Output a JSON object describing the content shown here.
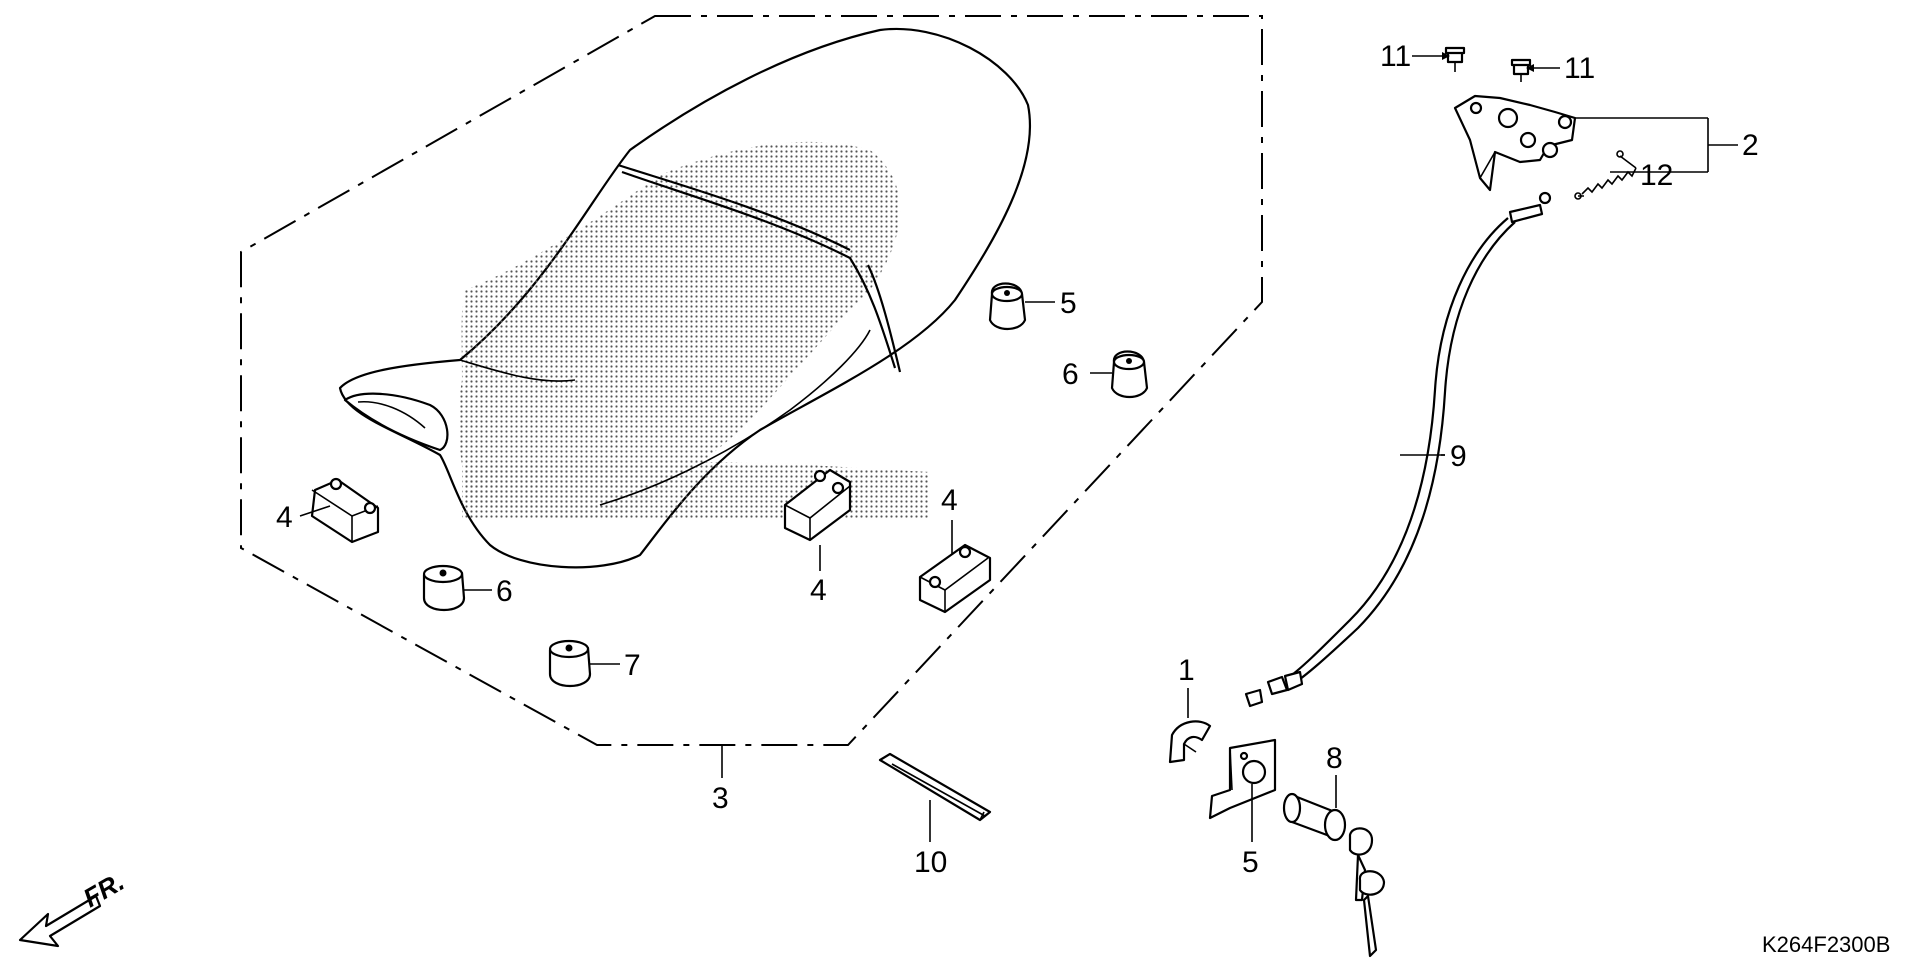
{
  "diagram": {
    "drawing_code": "K264F2300B",
    "front_label": "FR.",
    "callouts": [
      {
        "id": "c1",
        "label": "1"
      },
      {
        "id": "c2",
        "label": "2"
      },
      {
        "id": "c3",
        "label": "3"
      },
      {
        "id": "c4a",
        "label": "4"
      },
      {
        "id": "c4b",
        "label": "4"
      },
      {
        "id": "c4c",
        "label": "4"
      },
      {
        "id": "c5a",
        "label": "5"
      },
      {
        "id": "c5b",
        "label": "5"
      },
      {
        "id": "c6a",
        "label": "6"
      },
      {
        "id": "c6b",
        "label": "6"
      },
      {
        "id": "c7",
        "label": "7"
      },
      {
        "id": "c8",
        "label": "8"
      },
      {
        "id": "c9",
        "label": "9"
      },
      {
        "id": "c10",
        "label": "10"
      },
      {
        "id": "c11a",
        "label": "11"
      },
      {
        "id": "c11b",
        "label": "11"
      },
      {
        "id": "c12",
        "label": "12"
      }
    ],
    "parts": [
      {
        "id": "seat",
        "icon": "seat-icon"
      },
      {
        "id": "seat-lock-bracket",
        "icon": "bracket-icon"
      },
      {
        "id": "seat-rubber-cushion",
        "icon": "cushion-icon"
      },
      {
        "id": "seat-rubber-stopper",
        "icon": "stopper-icon"
      },
      {
        "id": "seat-side-rubber",
        "icon": "rubber-icon"
      },
      {
        "id": "seat-lock-cable",
        "icon": "cable-icon"
      },
      {
        "id": "key-cylinder",
        "icon": "key-icon"
      },
      {
        "id": "cylinder-holder",
        "icon": "holder-icon"
      },
      {
        "id": "seat-band",
        "icon": "band-icon"
      },
      {
        "id": "bolt",
        "icon": "bolt-icon"
      },
      {
        "id": "spring",
        "icon": "spring-icon"
      },
      {
        "id": "clip",
        "icon": "clip-icon"
      }
    ]
  }
}
